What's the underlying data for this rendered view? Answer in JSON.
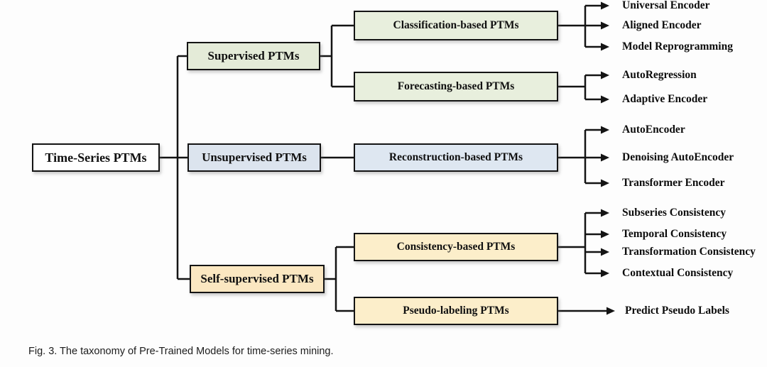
{
  "figure": {
    "caption": "Fig. 3. The taxonomy of Pre-Trained Models for time-series mining."
  },
  "root": {
    "label": "Time-Series PTMs"
  },
  "branches": [
    {
      "label": "Supervised PTMs",
      "children": [
        {
          "label": "Classification-based PTMs",
          "leaves": [
            "Universal Encoder",
            "Aligned Encoder",
            "Model Reprogramming"
          ]
        },
        {
          "label": "Forecasting-based PTMs",
          "leaves": [
            "AutoRegression",
            "Adaptive Encoder"
          ]
        }
      ]
    },
    {
      "label": "Unsupervised PTMs",
      "children": [
        {
          "label": "Reconstruction-based PTMs",
          "leaves": [
            "AutoEncoder",
            "Denoising AutoEncoder",
            "Transformer Encoder"
          ]
        }
      ]
    },
    {
      "label": "Self-supervised PTMs",
      "children": [
        {
          "label": "Consistency-based PTMs",
          "leaves": [
            "Subseries Consistency",
            "Temporal Consistency",
            "Transformation Consistency",
            "Contextual Consistency"
          ]
        },
        {
          "label": "Pseudo-labeling PTMs",
          "leaves": [
            "Predict Pseudo Labels"
          ]
        }
      ]
    }
  ],
  "colors": {
    "root_fill": "#ffffff",
    "supervised_fill": "#e4ebd8",
    "supervised_child_fill": "#e8efdd",
    "unsupervised_fill": "#dce4ee",
    "unsupervised_child_fill": "#dee7f1",
    "selfsupervised_fill": "#fbe7c1",
    "selfsupervised_child_fill": "#fceeca",
    "line_color": "#141414"
  }
}
